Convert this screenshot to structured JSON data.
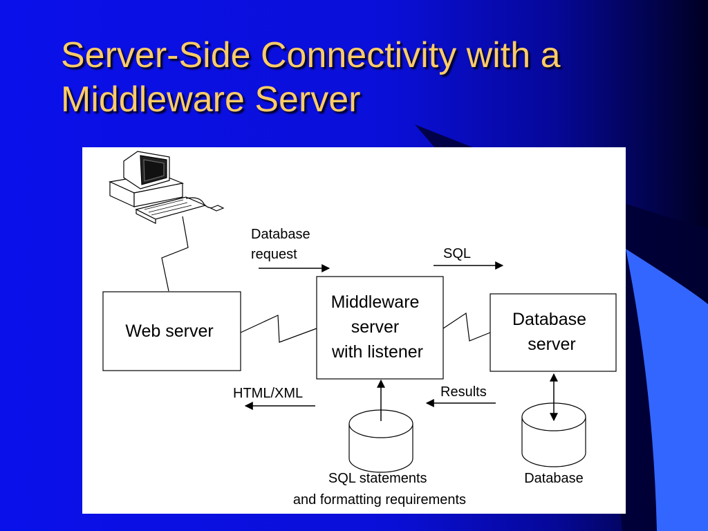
{
  "slide": {
    "title_lines": [
      "Server-Side Connectivity with a",
      "Middleware Server"
    ],
    "colors": {
      "background": "#0a10e6",
      "title": "#ffcc66",
      "dark_corner": "#000033",
      "accent_blue": "#3366ff"
    }
  },
  "diagram": {
    "nodes": {
      "web_server": {
        "lines": [
          "Web server"
        ]
      },
      "middleware_server": {
        "lines": [
          "Middleware",
          "server",
          "with listener"
        ]
      },
      "database_server": {
        "lines": [
          "Database",
          "server"
        ]
      }
    },
    "labels": {
      "database_request": [
        "Database",
        "request"
      ],
      "sql": [
        "SQL"
      ],
      "html_xml": [
        "HTML/XML"
      ],
      "results": [
        "Results"
      ],
      "sql_statements": [
        "SQL statements",
        "and formatting requirements"
      ],
      "database": [
        "Database"
      ]
    },
    "icons": {
      "client": "desktop-computer-icon",
      "sql_store": "cylinder-storage-icon",
      "database_store": "cylinder-database-icon"
    }
  }
}
